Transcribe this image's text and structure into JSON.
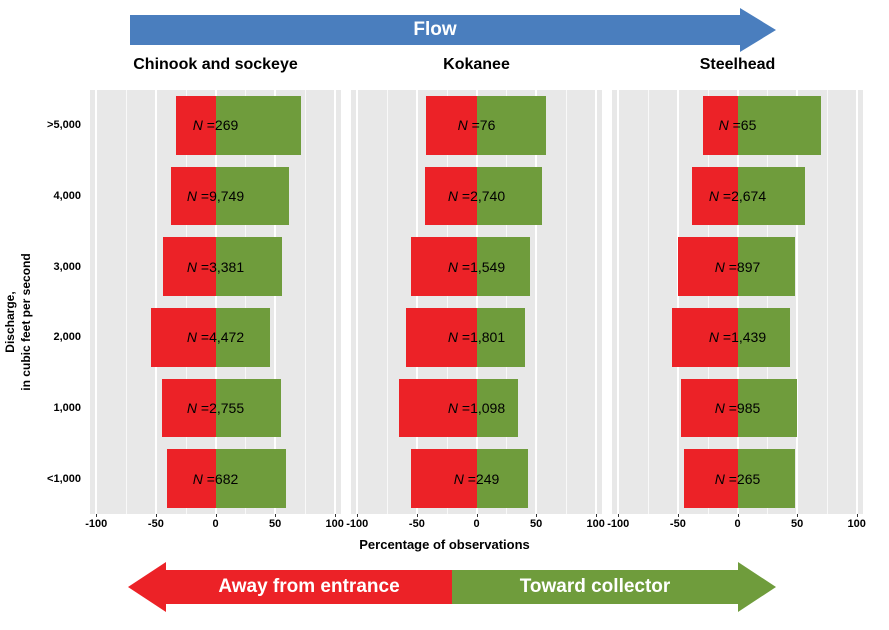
{
  "flow_arrow": {
    "label": "Flow",
    "color": "#4A7EBE"
  },
  "legend_arrow": {
    "away_label": "Away from entrance",
    "toward_label": "Toward collector",
    "away_color": "#EC2227",
    "toward_color": "#6F9C3C"
  },
  "chart_data": {
    "type": "bar",
    "variant": "horizontal-diverging-faceted",
    "xlabel": "Percentage of observations",
    "ylabel_lines": [
      "Discharge,",
      "in cubic feet per second"
    ],
    "x_ticks": [
      -100,
      -50,
      0,
      50,
      100
    ],
    "xlim": [
      -100,
      100
    ],
    "categories": [
      ">5,000",
      "4,000",
      "3,000",
      "2,000",
      "1,000",
      "<1,000"
    ],
    "n_prefix": "N =",
    "series": [
      {
        "key": "away",
        "name": "Away from entrance",
        "color": "#EC2227",
        "direction": "left"
      },
      {
        "key": "toward",
        "name": "Toward collector",
        "color": "#6F9C3C",
        "direction": "right"
      }
    ],
    "panels": [
      {
        "title": "Chinook and sockeye",
        "rows": [
          {
            "category": ">5,000",
            "n": "269",
            "away": 33,
            "toward": 72
          },
          {
            "category": "4,000",
            "n": "9,749",
            "away": 37,
            "toward": 62
          },
          {
            "category": "3,000",
            "n": "3,381",
            "away": 44,
            "toward": 56
          },
          {
            "category": "2,000",
            "n": "4,472",
            "away": 54,
            "toward": 46
          },
          {
            "category": "1,000",
            "n": "2,755",
            "away": 45,
            "toward": 55
          },
          {
            "category": "<1,000",
            "n": "682",
            "away": 41,
            "toward": 59
          }
        ]
      },
      {
        "title": "Kokanee",
        "rows": [
          {
            "category": ">5,000",
            "n": "76",
            "away": 42,
            "toward": 58
          },
          {
            "category": "4,000",
            "n": "2,740",
            "away": 43,
            "toward": 55
          },
          {
            "category": "3,000",
            "n": "1,549",
            "away": 55,
            "toward": 45
          },
          {
            "category": "2,000",
            "n": "1,801",
            "away": 59,
            "toward": 41
          },
          {
            "category": "1,000",
            "n": "1,098",
            "away": 65,
            "toward": 35
          },
          {
            "category": "<1,000",
            "n": "249",
            "away": 55,
            "toward": 43
          }
        ]
      },
      {
        "title": "Steelhead",
        "rows": [
          {
            "category": ">5,000",
            "n": "65",
            "away": 29,
            "toward": 70
          },
          {
            "category": "4,000",
            "n": "2,674",
            "away": 38,
            "toward": 57
          },
          {
            "category": "3,000",
            "n": "897",
            "away": 50,
            "toward": 48
          },
          {
            "category": "2,000",
            "n": "1,439",
            "away": 55,
            "toward": 44
          },
          {
            "category": "1,000",
            "n": "985",
            "away": 47,
            "toward": 50
          },
          {
            "category": "<1,000",
            "n": "265",
            "away": 45,
            "toward": 48
          }
        ]
      }
    ]
  }
}
